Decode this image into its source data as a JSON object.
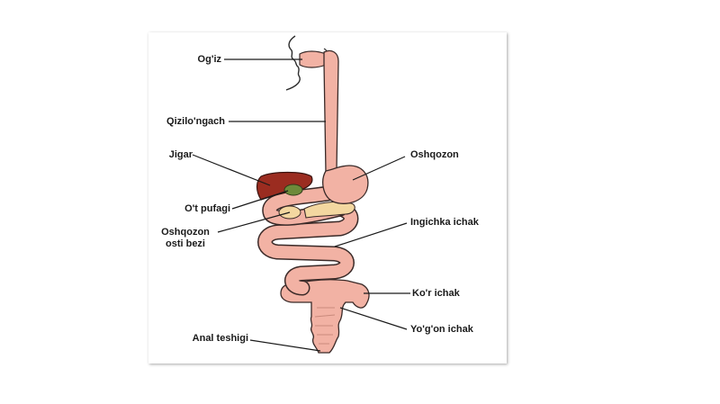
{
  "labels": {
    "mouth": "Og'iz",
    "esophagus": "Qizilo'ngach",
    "liver": "Jigar",
    "gallbladder": "O't pufagi",
    "pancreas_line1": "Oshqozon",
    "pancreas_line2": "osti bezi",
    "anus": "Anal teshigi",
    "stomach": "Oshqozon",
    "small_intestine": "Ingichka ichak",
    "appendix": "Ko'r ichak",
    "large_intestine": "Yo'g'on ichak"
  },
  "colors": {
    "organ_fill": "#f2b2a4",
    "organ_outline": "#3a2a28",
    "liver": "#9b2c20",
    "gallbladder": "#6d8a3a",
    "pancreas": "#f3d7a0"
  }
}
